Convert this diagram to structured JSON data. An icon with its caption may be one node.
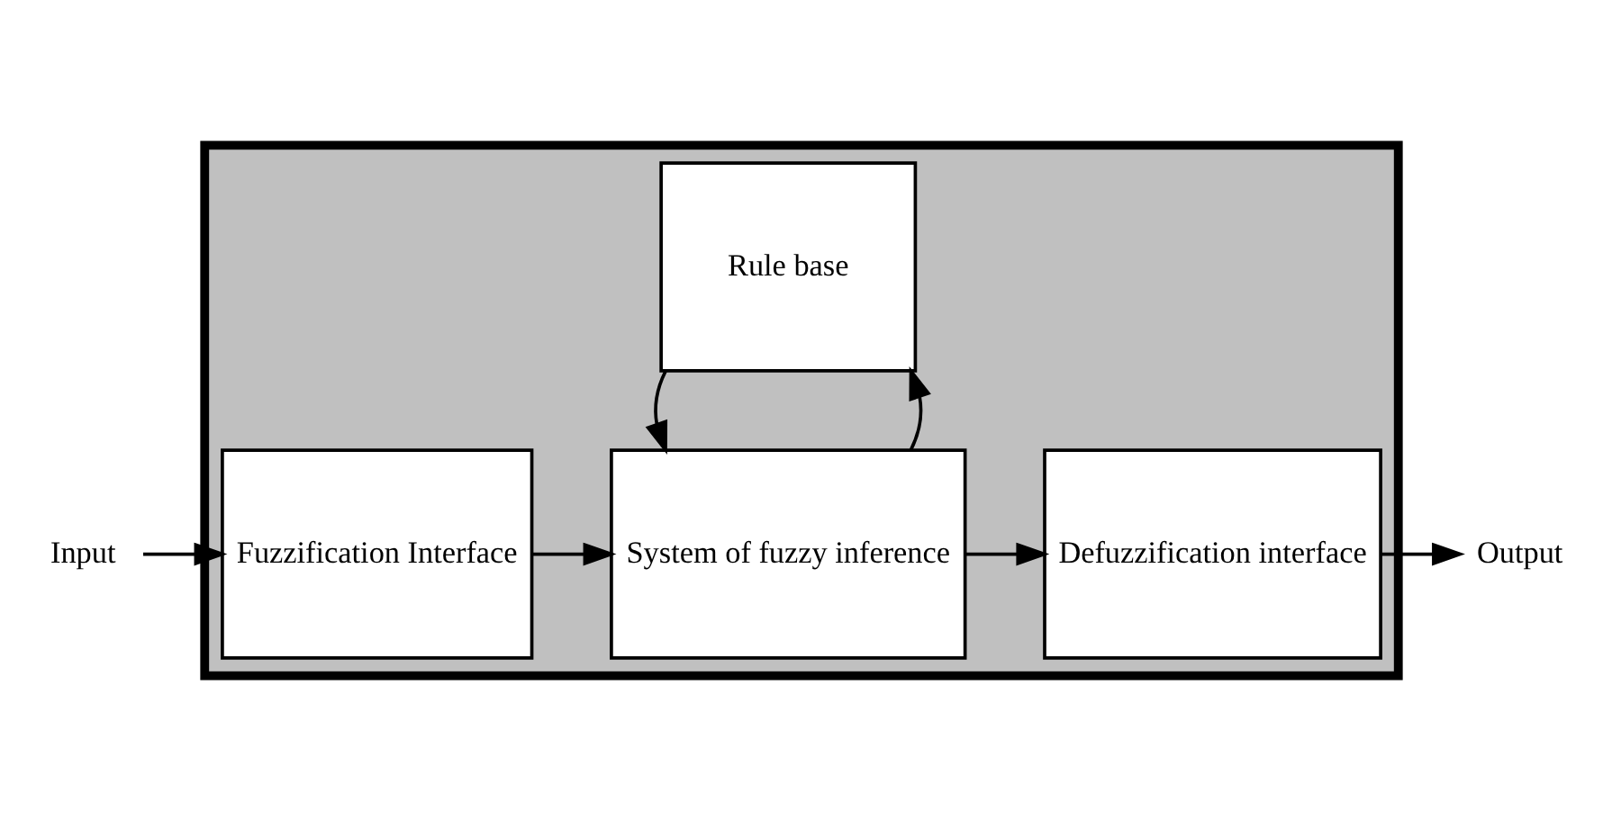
{
  "diagram": {
    "nodes": [
      {
        "text": [],
        "shape": "box"
      },
      {
        "text": [
          "Rule base"
        ],
        "in": 0
      },
      {
        "text": [
          "Input"
        ]
      },
      {
        "text": [
          "Fuzzification Interface"
        ],
        "in": 0
      },
      {
        "text": [
          "System of fuzzy inference"
        ],
        "in": 0
      },
      {
        "text": [
          "Defuzzification interface"
        ],
        "in": 0
      },
      {
        "text": [
          "Output"
        ]
      }
    ],
    "edges": [
      {
        "from": 2,
        "to": 3,
        "arrow": "to"
      },
      {
        "from": 3,
        "to": 4,
        "arrow": "to"
      },
      {
        "from": 4,
        "to": 1,
        "arrow": "to"
      },
      {
        "from": 1,
        "to": 4,
        "arrow": "to"
      },
      {
        "from": 4,
        "to": 5,
        "arrow": "to"
      },
      {
        "from": 5,
        "to": 6,
        "arrow": "to"
      }
    ]
  }
}
